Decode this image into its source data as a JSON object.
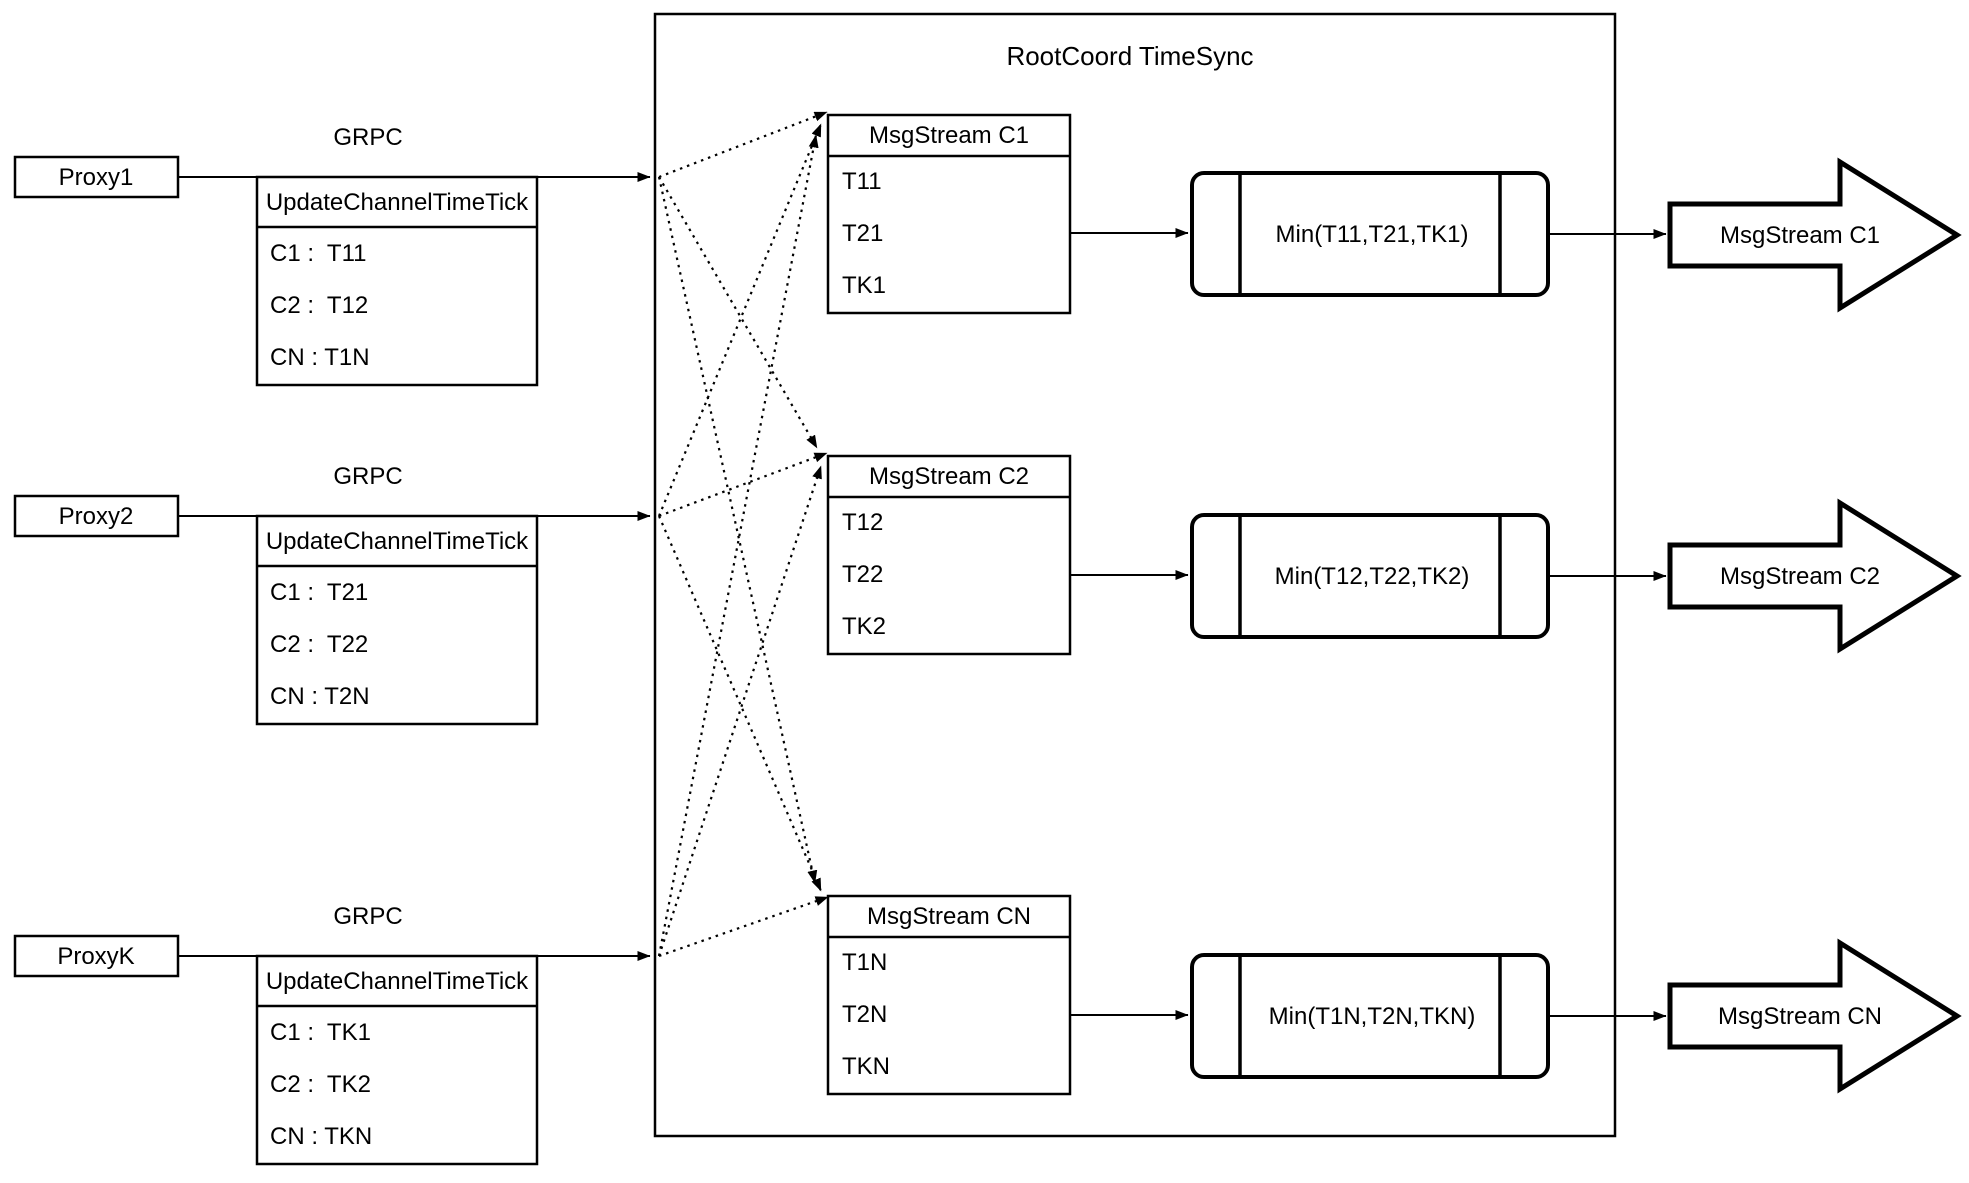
{
  "diagram": {
    "title": "RootCoord TimeSync",
    "background_color": "#ffffff",
    "line_color": "#000000",
    "box_fill_color": "#ffffff"
  },
  "proxies": [
    {
      "label": "Proxy1",
      "protocol": "GRPC",
      "message": {
        "header": "UpdateChannelTimeTick",
        "rows": [
          "C1 :  T11",
          "C2 :  T12",
          "CN : T1N"
        ]
      }
    },
    {
      "label": "Proxy2",
      "protocol": "GRPC",
      "message": {
        "header": "UpdateChannelTimeTick",
        "rows": [
          "C1 :  T21",
          "C2 :  T22",
          "CN : T2N"
        ]
      }
    },
    {
      "label": "ProxyK",
      "protocol": "GRPC",
      "message": {
        "header": "UpdateChannelTimeTick",
        "rows": [
          "C1 :  TK1",
          "C2 :  TK2",
          "CN : TKN"
        ]
      }
    }
  ],
  "streams": [
    {
      "buffer_header": "MsgStream C1",
      "buffer_entries": [
        "T11",
        "T21",
        "TK1"
      ],
      "min_label": "Min(T11,T21,TK1)",
      "output_label": "MsgStream C1"
    },
    {
      "buffer_header": "MsgStream C2",
      "buffer_entries": [
        "T12",
        "T22",
        "TK2"
      ],
      "min_label": "Min(T12,T22,TK2)",
      "output_label": "MsgStream C2"
    },
    {
      "buffer_header": "MsgStream CN",
      "buffer_entries": [
        "T1N",
        "T2N",
        "TKN"
      ],
      "min_label": "Min(T1N,T2N,TKN)",
      "output_label": "MsgStream CN"
    }
  ]
}
